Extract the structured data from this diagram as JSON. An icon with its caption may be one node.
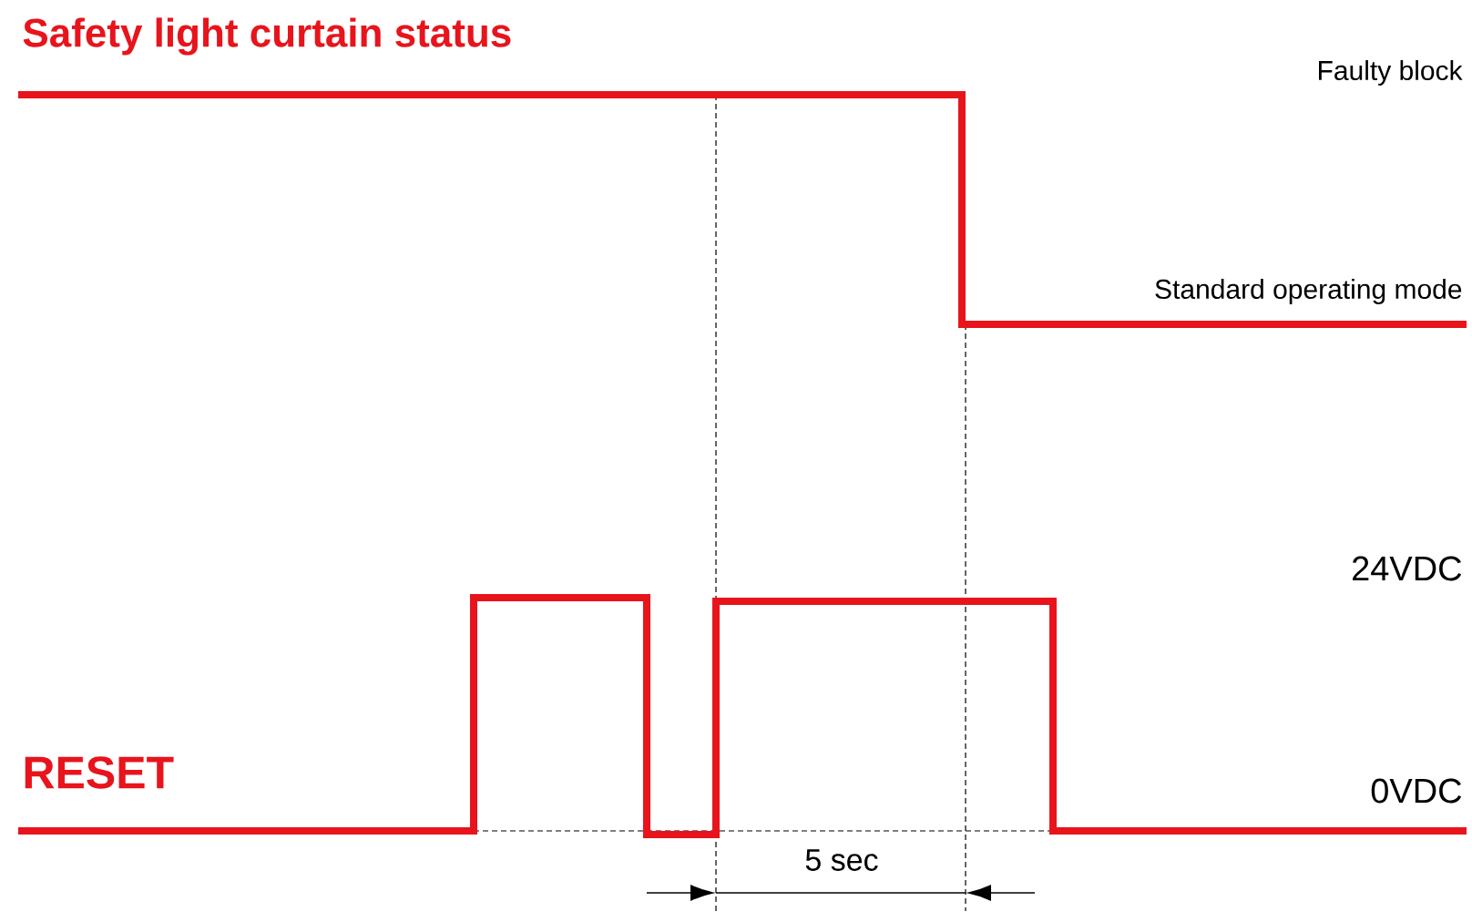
{
  "diagram": {
    "title": "Safety light curtain status",
    "labels": [
      "Faulty block",
      "Standard operating mode",
      "24VDC",
      "RESET",
      "0VDC",
      "5 sec"
    ]
  }
}
